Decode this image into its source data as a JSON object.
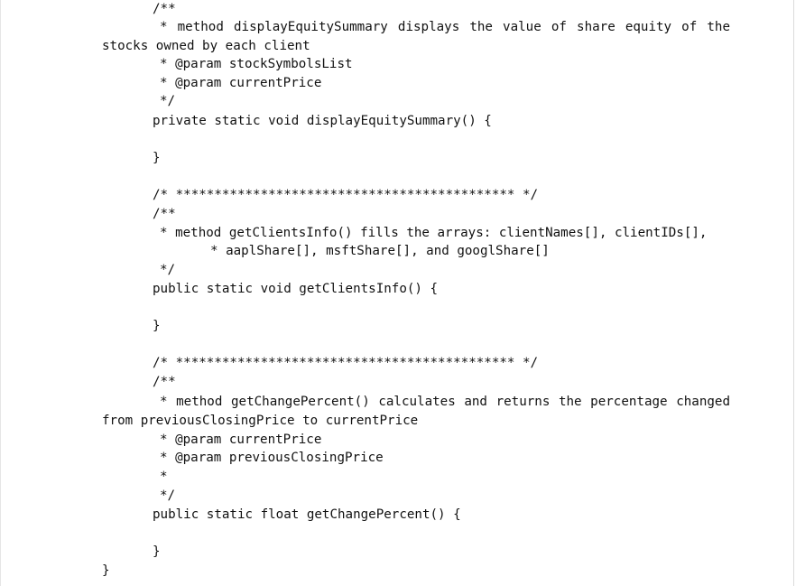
{
  "code": {
    "lines": [
      "/**",
      "* method displayEquitySummary displays the value of share equity of the",
      "stocks owned by each client",
      "* @param stockSymbolsList",
      "* @param currentPrice",
      "*/",
      "private static void displayEquitySummary() {",
      "}",
      "/* ******************************************** */",
      "/**",
      "* method getClientsInfo() fills the arrays: clientNames[], clientIDs[],",
      "* aaplShare[], msftShare[], and googlShare[]",
      "*/",
      "public static void getClientsInfo() {",
      "}",
      "/* ******************************************** */",
      "/**",
      "* method getChangePercent() calculates and returns the percentage changed",
      "from previousClosingPrice to currentPrice",
      "* @param currentPrice",
      "* @param previousClosingPrice",
      "*",
      "*/",
      "public static float getChangePercent() {",
      "}",
      "}"
    ]
  }
}
